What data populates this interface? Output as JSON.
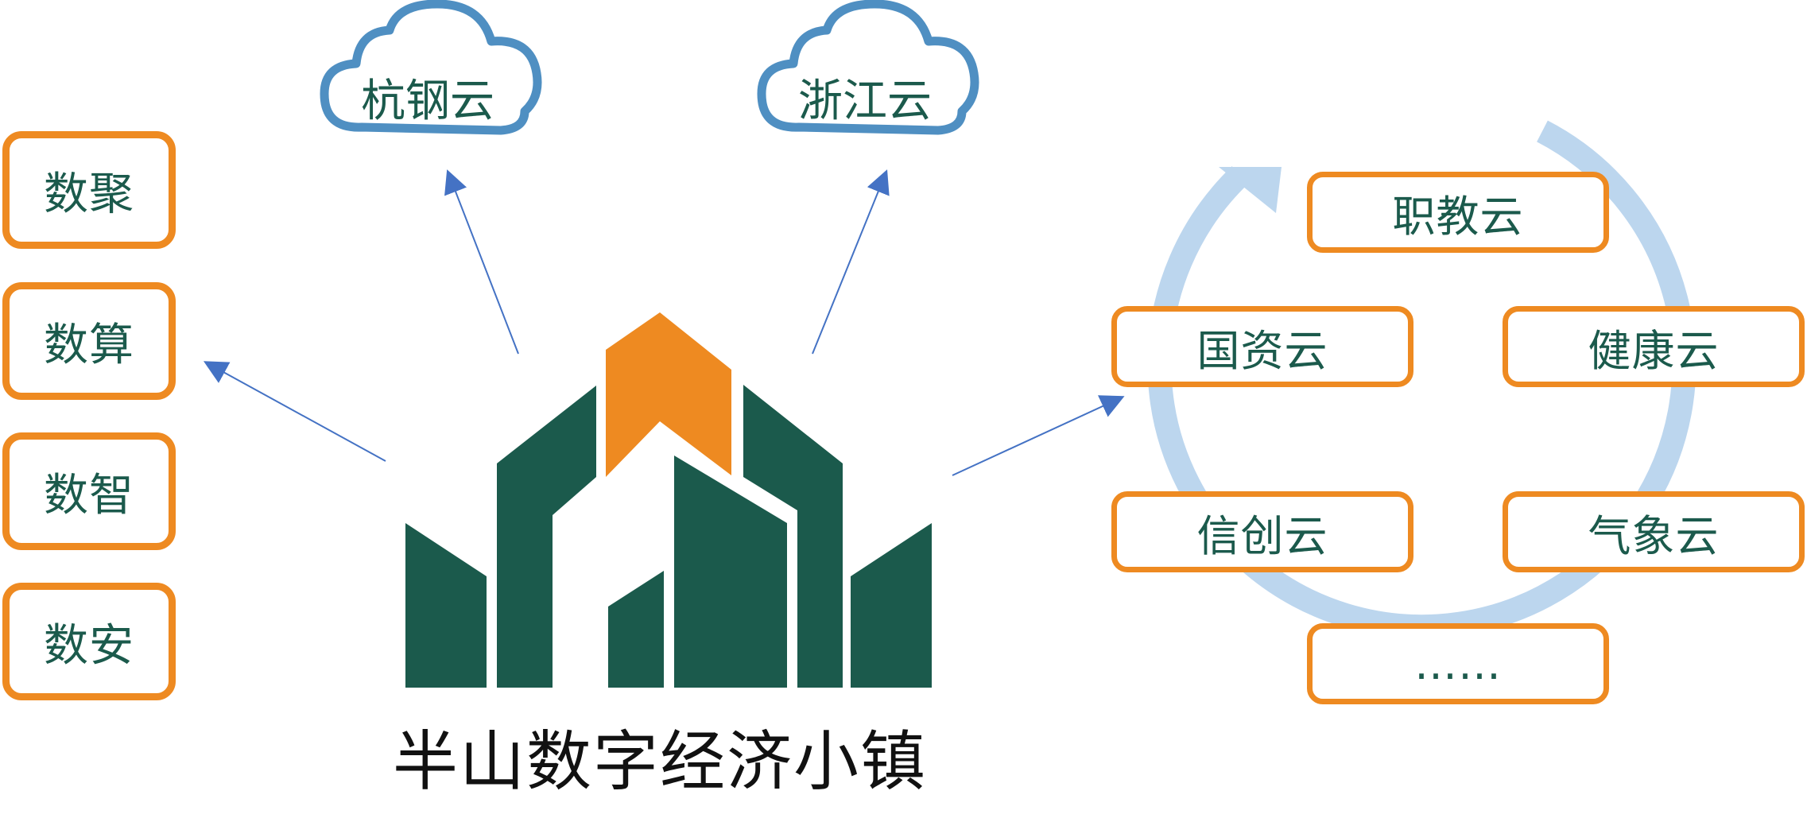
{
  "colors": {
    "orange": "#ee8a21",
    "dark_green": "#1b5a4c",
    "cloud_blue": "#4f8fc2",
    "arrow_blue": "#4472c4",
    "ring_blue": "#bcd6ee"
  },
  "title": "半山数字经济小镇",
  "left_items": [
    "数聚",
    "数算",
    "数智",
    "数安"
  ],
  "clouds": [
    "杭钢云",
    "浙江云"
  ],
  "right_items": [
    "职教云",
    "国资云",
    "健康云",
    "信创云",
    "气象云",
    "……"
  ],
  "icons": {
    "logo": "town-logo-icon",
    "cloud": "cloud-icon",
    "ring": "cycle-arrow-icon"
  }
}
